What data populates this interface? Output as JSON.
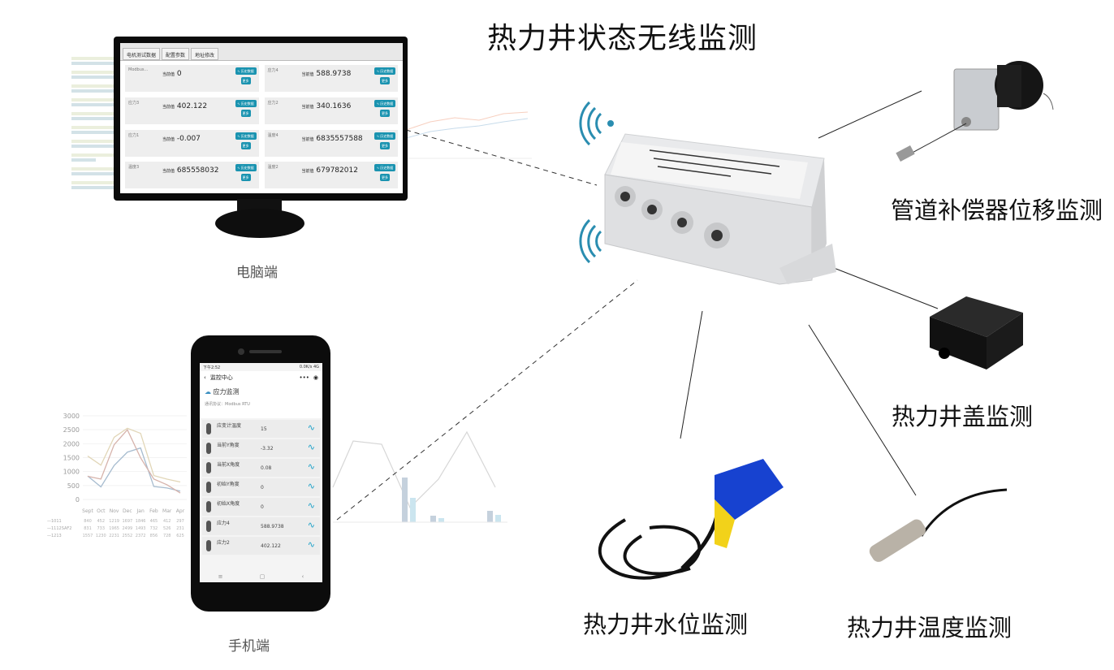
{
  "title": "热力井状态无线监测",
  "labels": {
    "pc": "电脑端",
    "mobile": "手机端",
    "pipe": "管道补偿器位移监测",
    "cover": "热力井盖监测",
    "water": "热力井水位监测",
    "temp": "热力井温度监测"
  },
  "monitor": {
    "tabs": [
      "电机测试数据",
      "配置参数",
      "地址修改"
    ],
    "value_label": "当前值",
    "btn_history": "∿ 历史数据",
    "btn_more": "更多",
    "cards": [
      {
        "name": "Modbus...",
        "value": "0"
      },
      {
        "name": "应力4",
        "value": "588.9738"
      },
      {
        "name": "应力3",
        "value": "402.122"
      },
      {
        "name": "应力2",
        "value": "340.1636"
      },
      {
        "name": "应力1",
        "value": "-0.007"
      },
      {
        "name": "温度4",
        "value": "6835557588"
      },
      {
        "name": "温度3",
        "value": "685558032"
      },
      {
        "name": "温度2",
        "value": "679782012"
      }
    ]
  },
  "phone": {
    "time": "下午2:52",
    "status": "0.0K/s 4G",
    "nav_title": "监控中心",
    "device_title": "应力监测",
    "protocol": "通讯协议：Modbus RTU",
    "rows": [
      {
        "name": "应变计温度",
        "value": "15"
      },
      {
        "name": "当前Y角度",
        "value": "-3.32"
      },
      {
        "name": "当前X角度",
        "value": "0.08"
      },
      {
        "name": "初始Y角度",
        "value": "0"
      },
      {
        "name": "初始X角度",
        "value": "0"
      },
      {
        "name": "应力4",
        "value": "588.9738"
      },
      {
        "name": "应力2",
        "value": "402.122"
      }
    ]
  },
  "colors": {
    "accent": "#1a93b0",
    "wave": "#1aa0c8"
  },
  "chart_data": {
    "type": "line",
    "categories": [
      "Sept",
      "Oct",
      "Nov",
      "Dec",
      "Jan",
      "Feb",
      "Mar",
      "Apr"
    ],
    "ylim": [
      0,
      3000
    ],
    "yticks": [
      "0",
      "500",
      "1000",
      "1500",
      "2000",
      "2500",
      "3000"
    ],
    "series": [
      {
        "name": "1011",
        "color": "#8aa6c0",
        "values": [
          840,
          452,
          1219,
          1697,
          1846,
          465,
          412,
          297
        ]
      },
      {
        "name": "1112SAF2",
        "color": "#c99a90",
        "values": [
          831,
          733,
          1965,
          2499,
          1493,
          732,
          526,
          231
        ]
      },
      {
        "name": "1213",
        "color": "#d8c9a0",
        "values": [
          1557,
          1230,
          2231,
          2552,
          2372,
          856,
          728,
          625
        ]
      }
    ]
  }
}
